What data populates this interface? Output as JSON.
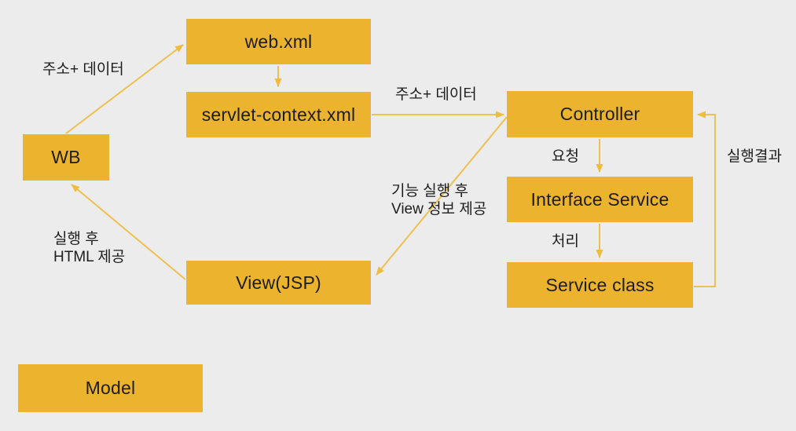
{
  "diagram": {
    "colors": {
      "background": "#ececec",
      "node_fill": "#ecb32f",
      "edge_stroke": "#edc050",
      "arrowhead": "#eebc3f",
      "text": "#1d1d1d"
    },
    "nodes": {
      "web_xml": {
        "label": "web.xml"
      },
      "servlet_context": {
        "label": "servlet-context.xml"
      },
      "wb": {
        "label": "WB"
      },
      "controller": {
        "label": "Controller"
      },
      "interface_service": {
        "label": "Interface Service"
      },
      "service_class": {
        "label": "Service class"
      },
      "view_jsp": {
        "label": "View(JSP)"
      },
      "model": {
        "label": "Model"
      }
    },
    "edge_labels": {
      "address_data_left": "주소+ 데이터",
      "address_data_mid": "주소+ 데이터",
      "request": "요청",
      "process": "처리",
      "exec_result": "실행결과",
      "view_info_line1": "기능 실행 후",
      "view_info_line2": "View 정보 제공",
      "html_line1": "실행 후",
      "html_line2": "HTML 제공"
    }
  }
}
